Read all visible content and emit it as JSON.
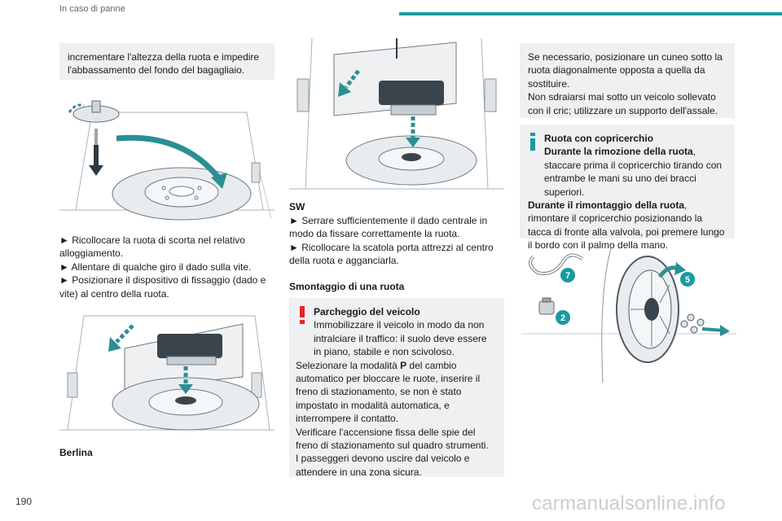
{
  "header": {
    "section": "In caso di panne",
    "accent_color": "#1a9aa0"
  },
  "page_number": "190",
  "col1": {
    "box_text": "incrementare l'altezza della ruota e impedire l'abbassamento del fondo del bagagliaio.",
    "steps": [
      "► Ricollocare la ruota di scorta nel relativo alloggiamento.",
      "► Allentare di qualche giro il dado sulla vite.",
      "► Posizionare il dispositivo di fissaggio (dado e vite) al centro della ruota."
    ],
    "caption_berlina": "Berlina"
  },
  "col2": {
    "label_sw": "SW",
    "steps": [
      "► Serrare sufficientemente il dado centrale in modo da fissare correttamente la ruota.",
      "► Ricollocare la scatola porta attrezzi al centro della ruota e agganciarla."
    ],
    "heading": "Smontaggio di una ruota",
    "warning": {
      "icon": "exclamation-icon",
      "title": "Parcheggio del veicolo",
      "lines": [
        "Immobilizzare il veicolo in modo da non intralciare il traffico: il suolo deve essere in piano, stabile e non scivoloso.",
        "Selezionare la modalità ",
        "P",
        " del cambio automatico per bloccare le ruote, inserire il freno di stazionamento, se non è stato impostato in modalità automatica, e interrompere il contatto.",
        "Verificare l'accensione fissa delle spie del freno di stazionamento sul quadro strumenti.",
        "I passeggeri devono uscire dal veicolo e attendere in una zona sicura."
      ],
      "color": "#e3262a"
    }
  },
  "col3": {
    "box_text_1": "Se necessario, posizionare un cuneo sotto la ruota diagonalmente opposta a quella da sostituire.",
    "box_text_2": "Non sdraiarsi mai sotto un veicolo sollevato con il cric; utilizzare un supporto dell'assale.",
    "info": {
      "icon": "info-icon",
      "title": "Ruota con copricerchio",
      "bold_1": "Durante la rimozione della ruota",
      "text_1": ", staccare prima il copricerchio tirando con entrambe le mani su uno dei bracci superiori.",
      "bold_2": "Durante il rimontaggio della ruota",
      "text_2": ", rimontare il copricerchio posizionando la tacca di fronte alla valvola, poi premere lungo il bordo con il palmo della mano.",
      "color": "#1a9aa0"
    },
    "badges": [
      "7",
      "5",
      "2"
    ]
  },
  "watermark": "carmanualsonline.info"
}
